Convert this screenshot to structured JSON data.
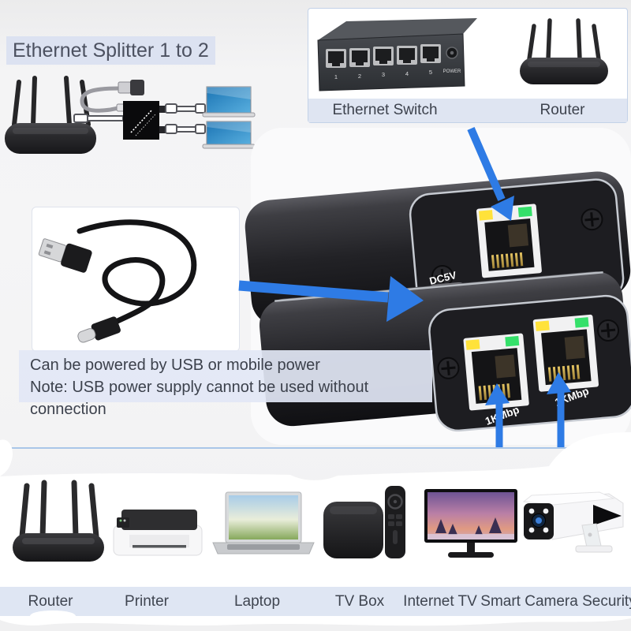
{
  "title": "Ethernet Splitter 1 to 2",
  "top_right_box": {
    "switch_label": "Ethernet Switch",
    "router_label": "Router",
    "port_numbers": [
      "1",
      "2",
      "3",
      "4",
      "5"
    ],
    "power_label": "POWER"
  },
  "splitter": {
    "dc_label": "DC5V",
    "port_label": "1KMbp"
  },
  "notes": {
    "line1": "Can be powered by USB or mobile power",
    "line2": "Note: USB power supply cannot be used without connection"
  },
  "bottom_row": {
    "items": [
      {
        "label": "Router"
      },
      {
        "label": "Printer"
      },
      {
        "label": "Laptop"
      },
      {
        "label": "TV Box"
      },
      {
        "label": "Internet TV"
      },
      {
        "label": "Smart Camera Security"
      }
    ]
  },
  "colors": {
    "arrow_blue": "#2e7be5",
    "title_bg": "#dce2f1",
    "label_strip": "#dfe6f3",
    "led_yellow": "#ffe23a",
    "led_green": "#35e06a"
  }
}
